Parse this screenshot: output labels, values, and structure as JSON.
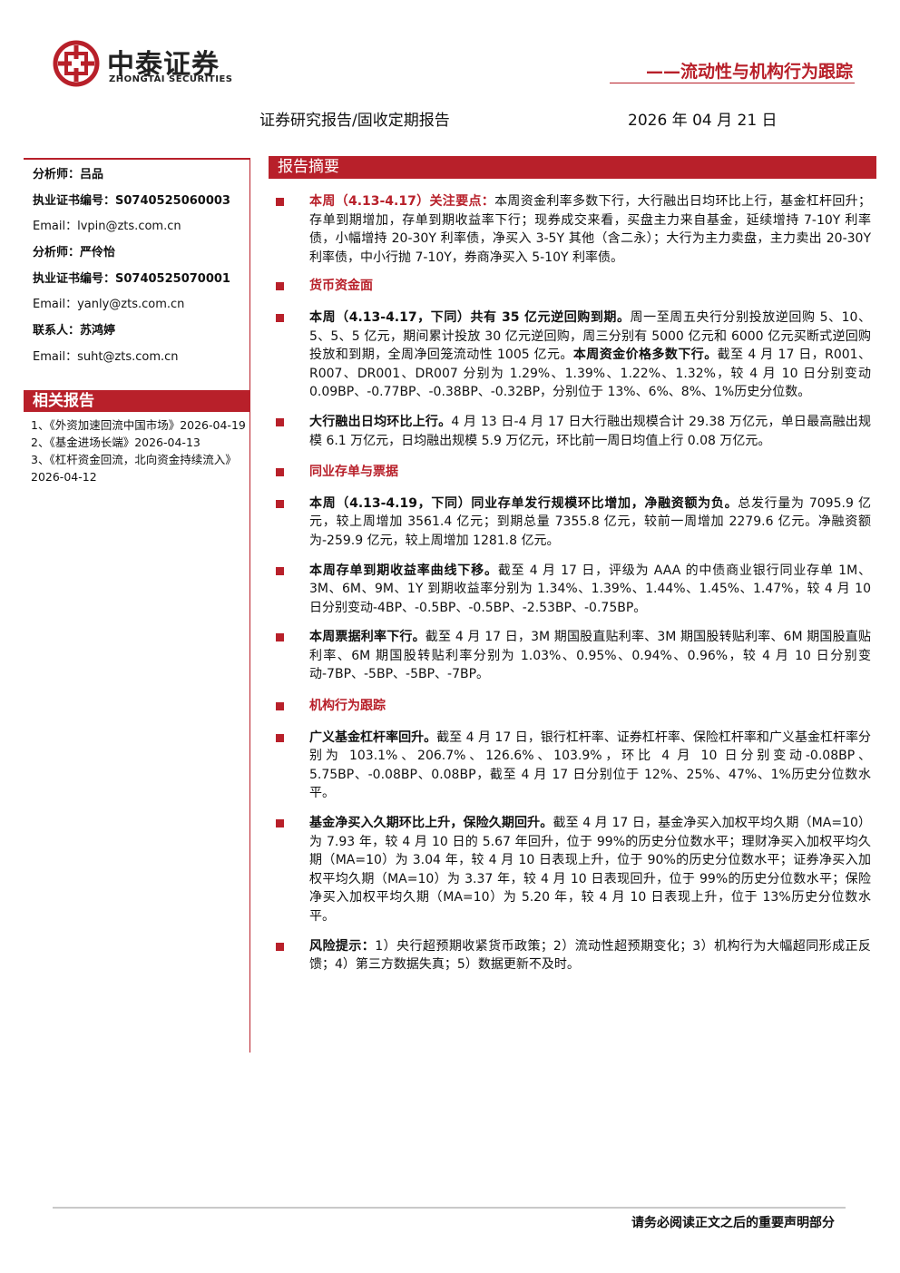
{
  "header": {
    "logo_cn": "中泰证券",
    "logo_en": "ZHONGTAI SECURITIES",
    "series_title": "——流动性与机构行为跟踪",
    "report_type": "证券研究报告/固收定期报告",
    "date": "2026 年 04 月 21 日"
  },
  "sidebar": {
    "analysts": [
      {
        "label": "分析师：",
        "value": "吕品"
      },
      {
        "label": "执业证书编号：",
        "value": "S0740525060003"
      },
      {
        "label": "Email：",
        "value": "lvpin@zts.com.cn"
      },
      {
        "label": "分析师：",
        "value": "严伶怡"
      },
      {
        "label": "执业证书编号：",
        "value": "S0740525070001"
      },
      {
        "label": "Email：",
        "value": "yanly@zts.com.cn"
      },
      {
        "label": "联系人：",
        "value": "苏鸿婷"
      },
      {
        "label": "Email：",
        "value": "suht@zts.com.cn"
      }
    ],
    "related_title": "相关报告",
    "related": [
      "1、《外资加速回流中国市场》2026-04-19",
      "2、《基金进场长端》2026-04-13",
      "3、《杠杆资金回流，北向资金持续流入》2026-04-12"
    ]
  },
  "summary": {
    "title": "报告摘要",
    "focus_lead": "本周（4.13-4.17）关注要点：",
    "focus_body": "本周资金利率多数下行，大行融出日均环比上行，基金杠杆回升；存单到期增加，存单到期收益率下行；现券成交来看，买盘主力来自基金，延续增持 7-10Y 利率债，小幅增持 20-30Y 利率债，净买入 3-5Y 其他（含二永）；大行为主力卖盘，主力卖出 20-30Y 利率债，中小行抛 7-10Y，券商净买入 5-10Y 利率债。",
    "sec_money": "货币资金面",
    "m1_lead": "本周（4.13-4.17，下同）共有 35 亿元逆回购到期。",
    "m1_body": "周一至周五央行分别投放逆回购 5、10、5、5、5 亿元，期间累计投放 30 亿元逆回购，周三分别有 5000 亿元和 6000 亿元买断式逆回购投放和到期，全周净回笼流动性 1005 亿元。",
    "m1_lead2": "本周资金价格多数下行。",
    "m1_body2": "截至 4 月 17 日，R001、R007、DR001、DR007 分别为 1.29%、1.39%、1.22%、1.32%，较 4 月 10 日分别变动 0.09BP、-0.77BP、-0.38BP、-0.32BP，分别位于 13%、6%、8%、1%历史分位数。",
    "m2_lead": "大行融出日均环比上行。",
    "m2_body": "4 月 13 日-4 月 17 日大行融出规模合计 29.38 万亿元，单日最高融出规模 6.1 万亿元，日均融出规模 5.9 万亿元，环比前一周日均值上行 0.08 万亿元。",
    "sec_cd": "同业存单与票据",
    "c1_lead": "本周（4.13-4.19，下同）同业存单发行规模环比增加，净融资额为负。",
    "c1_body": "总发行量为 7095.9 亿元，较上周增加 3561.4 亿元；到期总量 7355.8 亿元，较前一周增加 2279.6 亿元。净融资额为-259.9 亿元，较上周增加 1281.8 亿元。",
    "c2_lead": "本周存单到期收益率曲线下移。",
    "c2_body": "截至 4 月 17 日，评级为 AAA 的中债商业银行同业存单 1M、3M、6M、9M、1Y 到期收益率分别为 1.34%、1.39%、1.44%、1.45%、1.47%，较 4 月 10 日分别变动-4BP、-0.5BP、-0.5BP、-2.53BP、-0.75BP。",
    "c3_lead": "本周票据利率下行。",
    "c3_body": "截至 4 月 17 日，3M 期国股直贴利率、3M 期国股转贴利率、6M 期国股直贴利率、6M 期国股转贴利率分别为 1.03%、0.95%、0.94%、0.96%，较 4 月 10 日分别变动-7BP、-5BP、-5BP、-7BP。",
    "sec_inst": "机构行为跟踪",
    "i1_lead": "广义基金杠杆率回升。",
    "i1_body": "截至 4 月 17 日，银行杠杆率、证券杠杆率、保险杠杆率和广义基金杠杆率分别为 103.1%、206.7%、126.6%、103.9%，环比 4 月 10 日分别变动-0.08BP、5.75BP、-0.08BP、0.08BP，截至 4 月 17 日分别位于 12%、25%、47%、1%历史分位数水平。",
    "i2_lead": "基金净买入久期环比上升，保险久期回升。",
    "i2_body": "截至 4 月 17 日，基金净买入加权平均久期（MA=10）为 7.93 年，较 4 月 10 日的 5.67 年回升，位于 99%的历史分位数水平；理财净买入加权平均久期（MA=10）为 3.04 年，较 4 月 10 日表现上升，位于 90%的历史分位数水平；证券净买入加权平均久期（MA=10）为 3.37 年，较 4 月 10 日表现回升，位于 99%的历史分位数水平；保险净买入加权平均久期（MA=10）为 5.20 年，较 4 月 10 日表现上升，位于 13%历史分位数水平。",
    "risk_lead": "风险提示：",
    "risk_body": "1）央行超预期收紧货币政策；2）流动性超预期变化；3）机构行为大幅超同形成正反馈；4）第三方数据失真；5）数据更新不及时。"
  },
  "footer": {
    "disclaimer": "请务必阅读正文之后的重要声明部分"
  },
  "colors": {
    "brand_red": "#b8202a"
  },
  "icons": {
    "logo": "zhongtai-logo-icon",
    "bullet": "square-bullet-icon"
  }
}
